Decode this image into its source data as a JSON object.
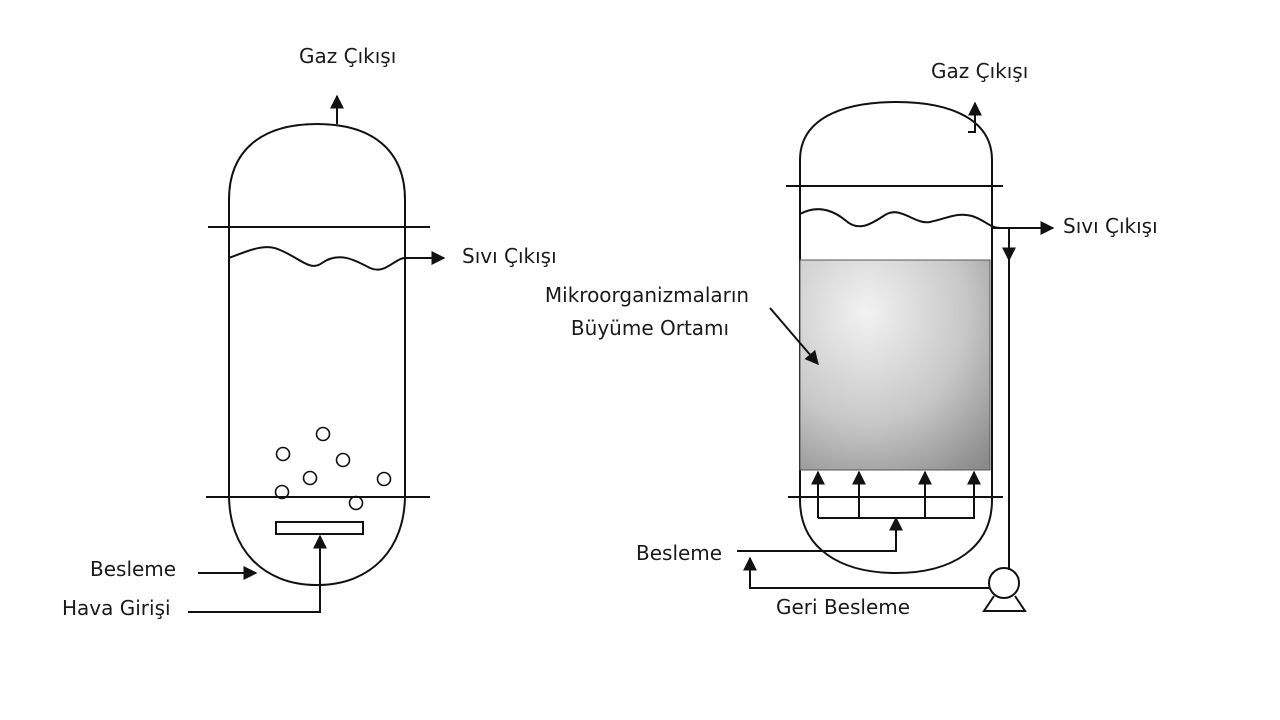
{
  "left_reactor": {
    "gas_outlet": "Gaz Çıkışı",
    "liquid_outlet": "Sıvı Çıkışı",
    "feed": "Besleme",
    "air_inlet": "Hava Girişi"
  },
  "right_reactor": {
    "gas_outlet": "Gaz Çıkışı",
    "liquid_outlet": "Sıvı Çıkışı",
    "growth_medium_line1": "Mikroorganizmaların",
    "growth_medium_line2": "Büyüme Ortamı",
    "feed": "Besleme",
    "recycle": "Geri Besleme"
  },
  "colors": {
    "line": "#111111",
    "text": "#1a1a1a",
    "medium_light": "#eeeeee",
    "medium_dark": "#8a8a8a"
  }
}
